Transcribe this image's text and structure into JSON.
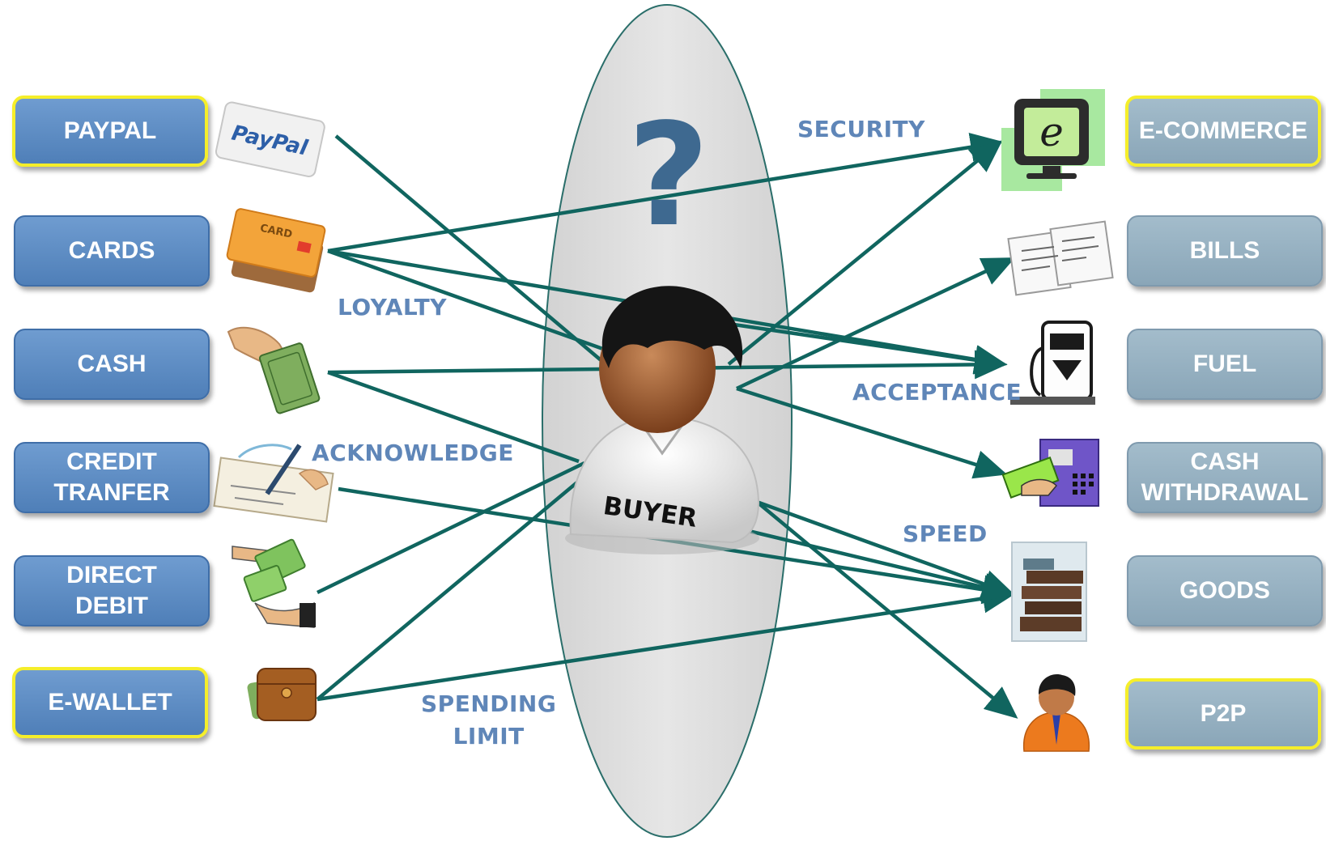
{
  "left_boxes": [
    {
      "label": "PAYPAL"
    },
    {
      "label": "CARDS"
    },
    {
      "label": "CASH"
    },
    {
      "label": "CREDIT\nTRANFER"
    },
    {
      "label": "DIRECT\nDEBIT"
    },
    {
      "label": "E-WALLET"
    }
  ],
  "right_boxes": [
    {
      "label": "E-COMMERCE"
    },
    {
      "label": "BILLS"
    },
    {
      "label": "FUEL"
    },
    {
      "label": "CASH\nWITHDRAWAL"
    },
    {
      "label": "GOODS"
    },
    {
      "label": "P2P"
    }
  ],
  "labels": {
    "security": "SECURITY",
    "loyalty": "LOYALTY",
    "acceptance": "ACCEPTANCE",
    "acknowledge": "ACKNOWLEDGE",
    "speed": "SPEED",
    "spending_limit": "SPENDING\nLIMIT"
  },
  "center": {
    "question": "?",
    "buyer": "BUYER"
  },
  "paypal_logo": "PayPal",
  "card_logo": "CARD",
  "colors": {
    "arrow": "#10655f",
    "left_box": "#5a8ac4",
    "right_box": "#95b0c2",
    "highlight_border": "#f5ee2a",
    "label_text": "#5f86b8",
    "ellipse_fill": "#dcdcdc",
    "ellipse_stroke": "#2a6e6a"
  },
  "icons": [
    "paypal-card-icon",
    "credit-card-icon",
    "cash-hand-icon",
    "check-signing-icon",
    "money-exchange-icon",
    "wallet-icon",
    "ecommerce-monitor-icon",
    "bill-documents-icon",
    "fuel-pump-icon",
    "atm-withdrawal-icon",
    "books-goods-icon",
    "person-p2p-icon",
    "buyer-avatar-icon"
  ]
}
